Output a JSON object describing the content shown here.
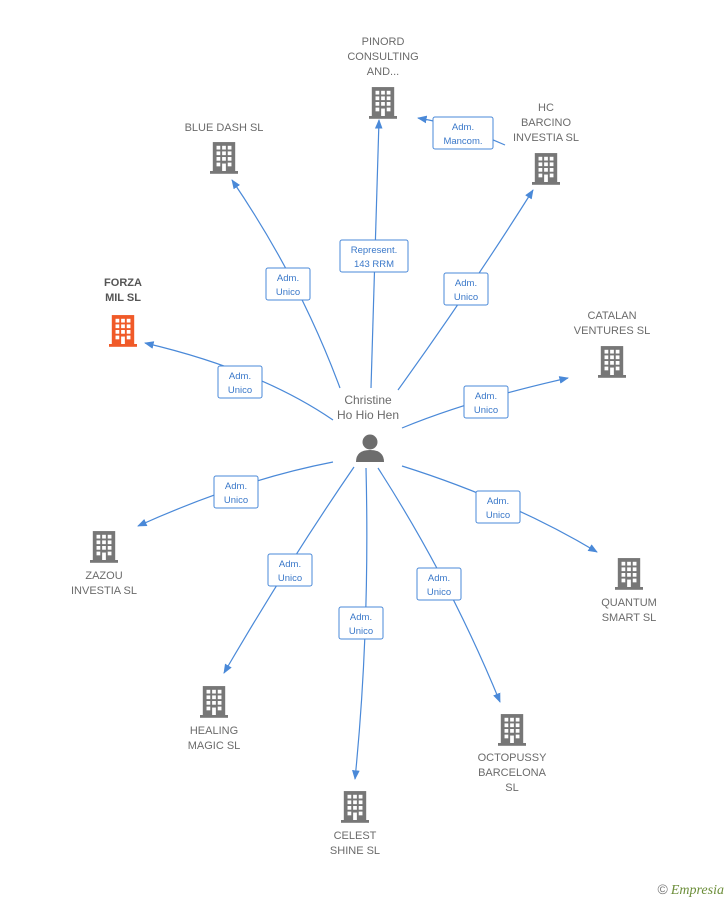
{
  "center": {
    "name_lines": [
      "Christine",
      "Ho Hio Hen"
    ]
  },
  "colors": {
    "edge": "#4a89d8",
    "building": "#777777",
    "highlight": "#f05a28"
  },
  "nodes": [
    {
      "id": "pinord",
      "lines": [
        "PINORD",
        "CONSULTING",
        "AND..."
      ],
      "highlight": false,
      "relation": [
        "Represent.",
        "143 RRM"
      ]
    },
    {
      "id": "blue-dash",
      "lines": [
        "BLUE DASH  SL"
      ],
      "highlight": false,
      "relation": [
        "Adm.",
        "Unico"
      ]
    },
    {
      "id": "hc-barcino",
      "lines": [
        "HC",
        "BARCINO",
        "INVESTIA  SL"
      ],
      "highlight": false,
      "relation": [
        "Adm.",
        "Unico"
      ]
    },
    {
      "id": "forza-mil",
      "lines": [
        "FORZA",
        "MIL  SL"
      ],
      "highlight": true,
      "relation": [
        "Adm.",
        "Unico"
      ]
    },
    {
      "id": "catalan-ventures",
      "lines": [
        "CATALAN",
        "VENTURES  SL"
      ],
      "highlight": false,
      "relation": [
        "Adm.",
        "Unico"
      ]
    },
    {
      "id": "zazou-investia",
      "lines": [
        "ZAZOU",
        "INVESTIA  SL"
      ],
      "highlight": false,
      "relation": [
        "Adm.",
        "Unico"
      ]
    },
    {
      "id": "quantum-smart",
      "lines": [
        "QUANTUM",
        "SMART  SL"
      ],
      "highlight": false,
      "relation": [
        "Adm.",
        "Unico"
      ]
    },
    {
      "id": "healing-magic",
      "lines": [
        "HEALING",
        "MAGIC  SL"
      ],
      "highlight": false,
      "relation": [
        "Adm.",
        "Unico"
      ]
    },
    {
      "id": "celest-shine",
      "lines": [
        "CELEST",
        "SHINE  SL"
      ],
      "highlight": false,
      "relation": [
        "Adm.",
        "Unico"
      ]
    },
    {
      "id": "octopussy-barcelona",
      "lines": [
        "OCTOPUSSY",
        "BARCELONA",
        "SL"
      ],
      "highlight": false,
      "relation": [
        "Adm.",
        "Unico"
      ]
    }
  ],
  "extra_edges": [
    {
      "from": "hc-barcino",
      "to": "pinord",
      "relation": [
        "Adm.",
        "Mancom."
      ]
    }
  ],
  "credit": {
    "symbol": "©",
    "text": "Empresia"
  }
}
